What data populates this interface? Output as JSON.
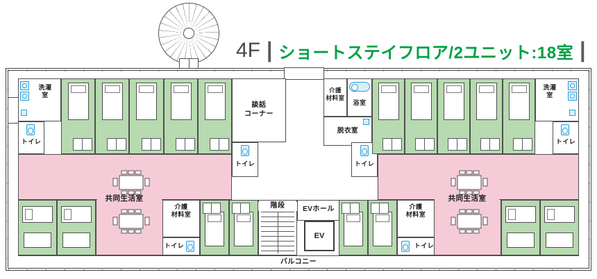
{
  "title": {
    "floor": "4F",
    "divider": "|",
    "subtitle": "ショートステイフロア/2ユニット:18室"
  },
  "labels": {
    "laundry": [
      "洗濯",
      "室"
    ],
    "toilet": "トイレ",
    "talk_corner": [
      "談話",
      "コーナー"
    ],
    "care_material": [
      "介護",
      "材料室"
    ],
    "bath": "浴室",
    "dressing_room": "脱衣室",
    "common_living_room": "共同生活室",
    "stairs": "階段",
    "ev_hall": "EVホール",
    "elevator": "EV",
    "balcony": "バルコニー"
  },
  "colors": {
    "bedroom_green": "#b7dab0",
    "common_area_pink": "#f6cbd8",
    "fixture_blue": "#2aa0d8",
    "title_green": "#00a044",
    "wall": "#3f3f3f"
  }
}
